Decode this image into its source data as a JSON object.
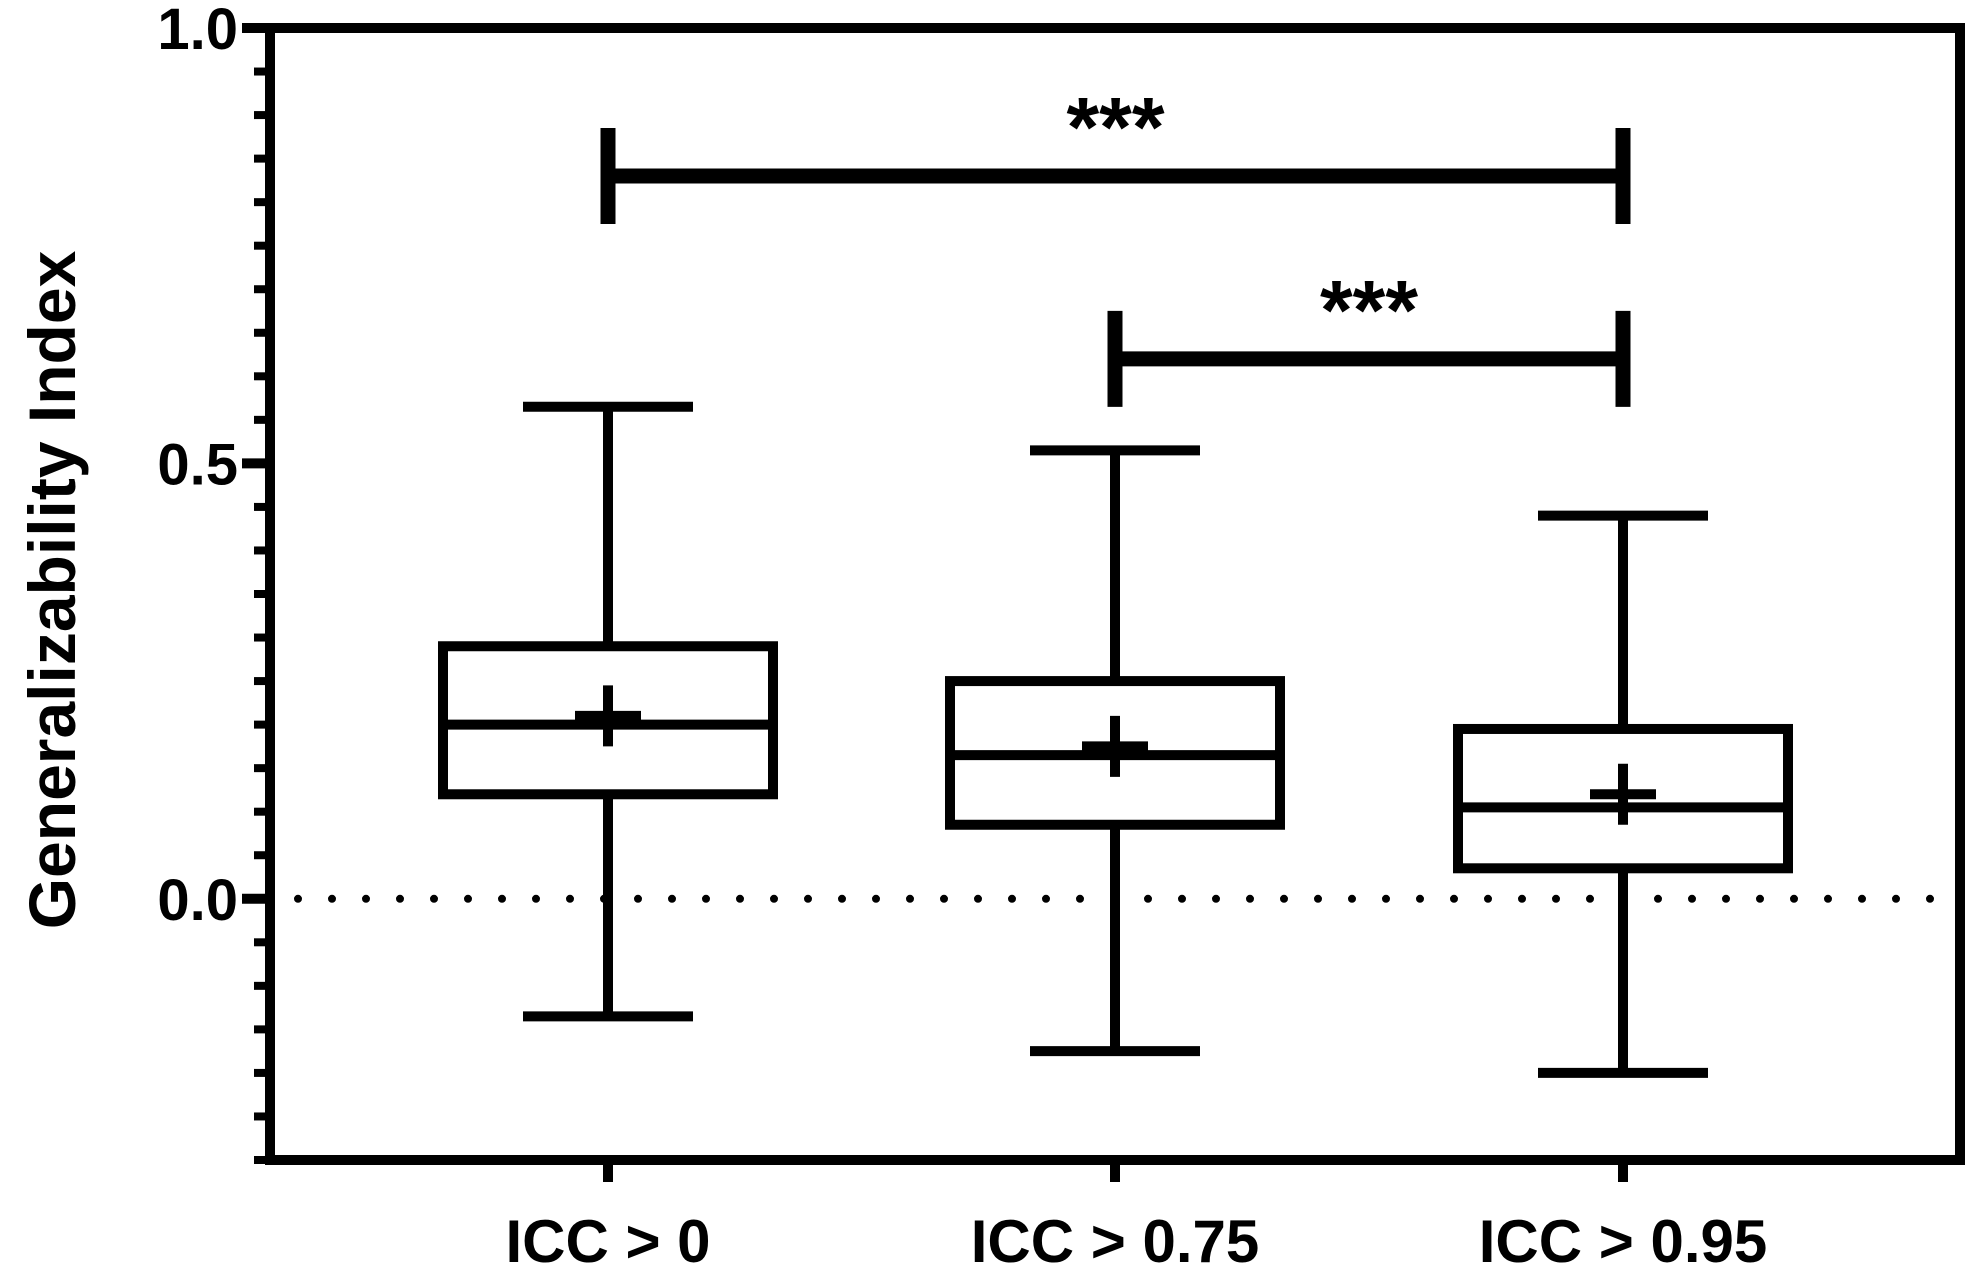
{
  "chart_data": {
    "type": "box",
    "title": "",
    "xlabel": "",
    "ylabel": "Generalizability Index",
    "ylim": [
      -0.3,
      1.0
    ],
    "yticks": [
      {
        "value": 0.0,
        "label": "0.0"
      },
      {
        "value": 0.5,
        "label": "0.5"
      },
      {
        "value": 1.0,
        "label": "1.0"
      }
    ],
    "y_minor_step": 0.05,
    "reference_line": {
      "y": 0.0,
      "style": "dotted"
    },
    "categories": [
      "ICC > 0",
      "ICC > 0.75",
      "ICC > 0.95"
    ],
    "boxes": [
      {
        "category": "ICC > 0",
        "min": -0.135,
        "q1": 0.12,
        "median": 0.2,
        "q3": 0.29,
        "max": 0.565,
        "mean": 0.21
      },
      {
        "category": "ICC > 0.75",
        "min": -0.175,
        "q1": 0.085,
        "median": 0.165,
        "q3": 0.25,
        "max": 0.515,
        "mean": 0.175
      },
      {
        "category": "ICC > 0.95",
        "min": -0.2,
        "q1": 0.035,
        "median": 0.105,
        "q3": 0.195,
        "max": 0.44,
        "mean": 0.12
      }
    ],
    "significance": [
      {
        "from": "ICC > 0",
        "to": "ICC > 0.95",
        "y": 0.83,
        "label": "***"
      },
      {
        "from": "ICC > 0.75",
        "to": "ICC > 0.95",
        "y": 0.62,
        "label": "***"
      }
    ],
    "grid": false,
    "legend": "none"
  }
}
